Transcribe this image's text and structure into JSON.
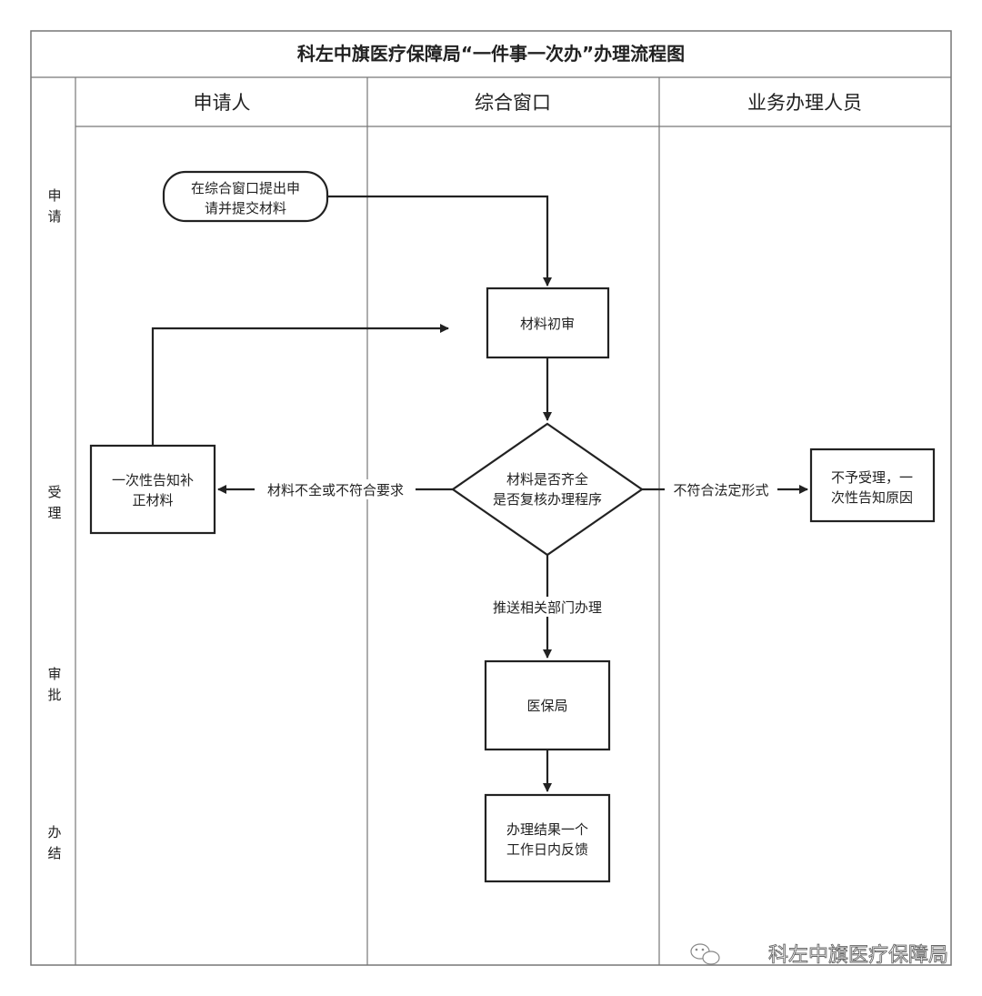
{
  "title": "科左中旗医疗保障局“一件事一次办”办理流程图",
  "lanes": [
    "申请人",
    "综合窗口",
    "业务办理人员"
  ],
  "stages": [
    [
      "申",
      "请"
    ],
    [
      "受",
      "理"
    ],
    [
      "审",
      "批"
    ],
    [
      "办",
      "结"
    ]
  ],
  "nodes": {
    "start": [
      "在综合窗口提出申",
      "请并提交材料"
    ],
    "initial_review": [
      "材料初审"
    ],
    "decision": [
      "材料是否齐全",
      "是否复核办理程序"
    ],
    "supplement": [
      "一次性告知补",
      "正材料"
    ],
    "reject": [
      "不予受理，一",
      "次性告知原因"
    ],
    "bureau": [
      "医保局"
    ],
    "result": [
      "办理结果一个",
      "工作日内反馈"
    ]
  },
  "edge_labels": {
    "incomplete": "材料不全或不符合要求",
    "illegal_form": "不符合法定形式",
    "forward": "推送相关部门办理"
  },
  "watermark": {
    "text": "科左中旗医疗保障局",
    "icon": "wechat-icon"
  }
}
